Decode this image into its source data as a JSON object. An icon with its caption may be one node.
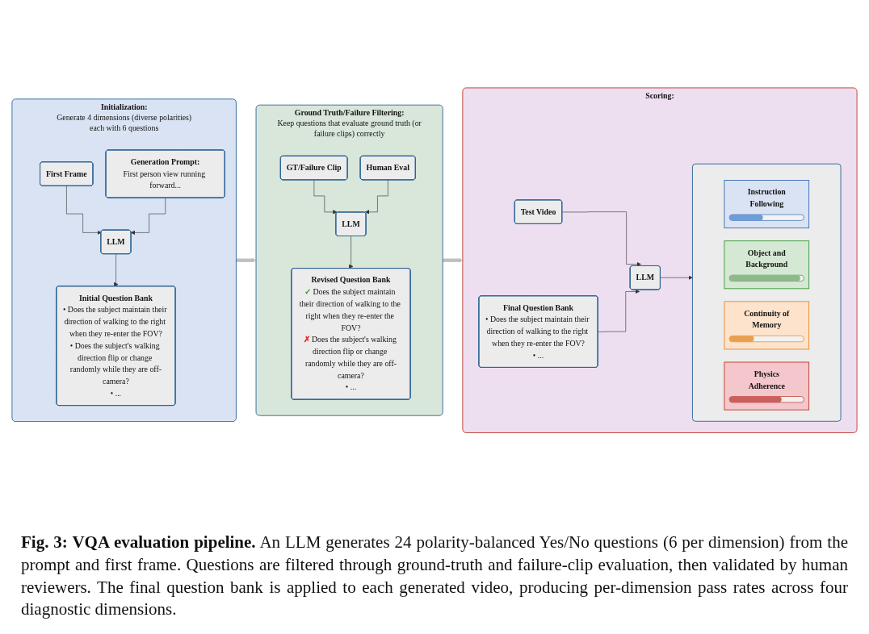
{
  "diagram": {
    "caption": "**Fig. 3: VQA evaluation pipeline.** An LLM generates 24 polarity-balanced Yes/No questions (6 per dimension) from the prompt and first frame. Questions are filtered through ground-truth and failure-clip evaluation, then validated by human reviewers. The final question bank is applied to each generated video, producing per-dimension pass rates across four diagnostic dimensions.",
    "nodes": [
      {
        "text": [
          "Initialization:",
          "Generate 4 dimensions (diverse polarities) each with 6 questions"
        ]
      },
      {
        "text": [
          "First Frame"
        ],
        "in": 0
      },
      {
        "text": [
          "Generation Prompt:",
          "First person view running forward..."
        ],
        "in": 0
      },
      {
        "text": [
          "LLM"
        ],
        "in": 0
      },
      {
        "text": [
          "Initial Question Bank",
          "• Does the subject maintain their direction of walking to the right when they re-enter the FOV?",
          "• Does the subject's walking direction flip or change randomly while they are off-camera?",
          "• ..."
        ],
        "in": 0
      },
      {
        "text": [
          "Ground Truth/Failure Filtering:",
          "Keep questions that evaluate ground truth (or failure clips) correctly"
        ]
      },
      {
        "text": [
          "GT/Failure Clip"
        ],
        "in": 5
      },
      {
        "text": [
          "Human Eval"
        ],
        "in": 5
      },
      {
        "text": [
          "LLM"
        ],
        "in": 5
      },
      {
        "text": [
          "Revised Question Bank",
          "✓ Does the subject maintain their direction of walking to the right when they re-enter the FOV?",
          "✗ Does the subject's walking direction flip or change randomly while they are off-camera?",
          "• ..."
        ],
        "in": 5
      },
      {
        "text": [
          "Scoring:"
        ]
      },
      {
        "text": [
          "Test Video"
        ],
        "in": 10
      },
      {
        "text": [
          "Final Question Bank",
          "• Does the subject maintain their direction of walking to the right when they re-enter the FOV?",
          "• ..."
        ],
        "in": 10
      },
      {
        "text": [
          "LLM"
        ],
        "in": 10
      },
      {
        "text": [],
        "shape": "box",
        "in": 10
      },
      {
        "text": [
          "Instruction Following"
        ],
        "in": 14
      },
      {
        "text": [
          "Object and Background"
        ],
        "in": 14
      },
      {
        "text": [
          "Continuity of Memory"
        ],
        "in": 14
      },
      {
        "text": [
          "Physics Adherence"
        ],
        "in": 14
      }
    ],
    "edges": [
      {
        "from": 1,
        "to": 3,
        "arrow": "to"
      },
      {
        "from": 2,
        "to": 3,
        "arrow": "to"
      },
      {
        "from": 3,
        "to": 4,
        "arrow": "to"
      },
      {
        "from": 0,
        "to": 5,
        "arrow": "to",
        "style": "thick",
        "color": "#bfbfbf"
      },
      {
        "from": 6,
        "to": 8,
        "arrow": "to"
      },
      {
        "from": 7,
        "to": 8,
        "arrow": "to"
      },
      {
        "from": 8,
        "to": 9,
        "arrow": "to"
      },
      {
        "from": 5,
        "to": 10,
        "arrow": "to",
        "style": "thick",
        "color": "#bfbfbf"
      },
      {
        "from": 11,
        "to": 13,
        "arrow": "to"
      },
      {
        "from": 12,
        "to": 13,
        "arrow": "to"
      },
      {
        "from": 13,
        "to": 14,
        "arrow": "to"
      }
    ]
  }
}
